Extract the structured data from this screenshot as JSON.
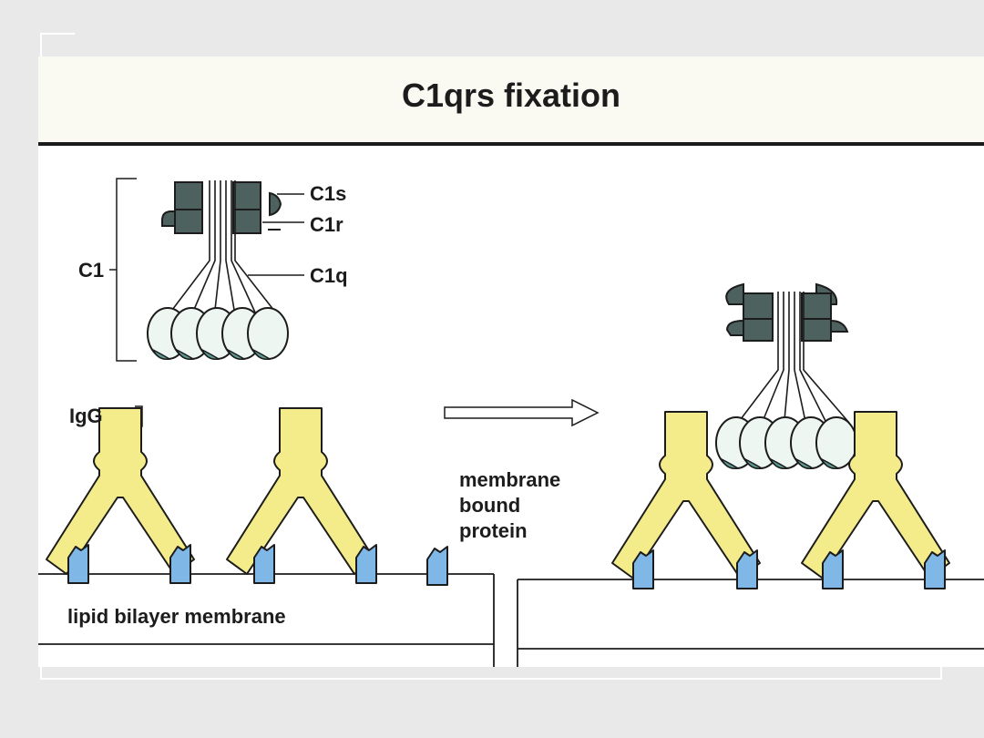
{
  "title": "C1qrs fixation",
  "labels": {
    "c1": "C1",
    "c1s": "C1s",
    "c1r": "C1r",
    "c1q": "C1q",
    "igg": "IgG",
    "membrane_bound_protein": [
      "membrane",
      "bound",
      "protein"
    ],
    "lipid_bilayer": "lipid bilayer membrane"
  },
  "colors": {
    "antibody": "#f4ec8a",
    "antigen": "#7fb7e6",
    "c1_subunit": "#4d625e",
    "c1q_head": "#eef6f2",
    "c1q_head_tip": "#5a9a92"
  }
}
